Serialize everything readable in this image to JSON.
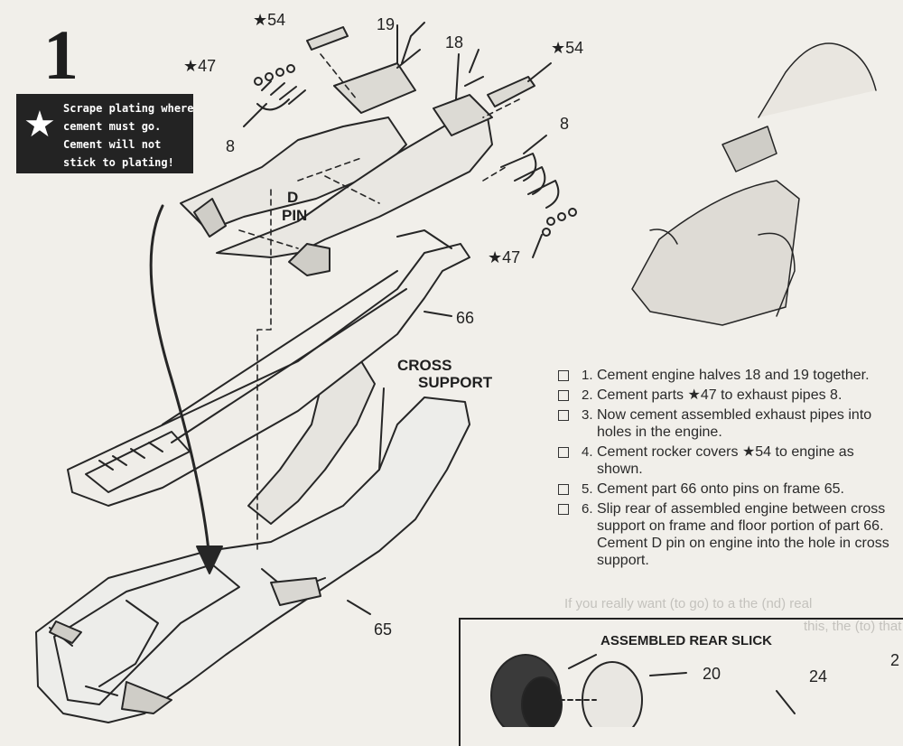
{
  "step": {
    "number": "1"
  },
  "tip": {
    "lines": [
      "Scrape plating where",
      "cement must go.",
      "Cement will not",
      "stick to plating!"
    ],
    "icon": "star-icon"
  },
  "callouts": {
    "part54_top": "★54",
    "part19": "19",
    "part18": "18",
    "part54_right": "★54",
    "part47_left": "★47",
    "part8_left": "8",
    "part8_right": "8",
    "d_pin_d": "D",
    "d_pin_pin": "PIN",
    "part47_right": "★47",
    "part66": "66",
    "cross": "CROSS",
    "support": "SUPPORT",
    "part65": "65",
    "part20": "20",
    "part24": "24",
    "edge2": "2"
  },
  "instructions": [
    {
      "num": "1.",
      "text": "Cement engine halves 18 and 19 together."
    },
    {
      "num": "2.",
      "text": "Cement parts ★47 to exhaust pipes 8."
    },
    {
      "num": "3.",
      "text": "Now cement assembled exhaust pipes into holes in the engine."
    },
    {
      "num": "4.",
      "text": "Cement rocker covers ★54 to engine as shown."
    },
    {
      "num": "5.",
      "text": "Cement part 66 onto pins on frame 65."
    },
    {
      "num": "6.",
      "text": "Slip rear of assembled engine between cross support on frame and floor portion of part 66. Cement D pin on engine into the hole in cross support."
    }
  ],
  "rear_slick": {
    "title": "ASSEMBLED REAR SLICK"
  },
  "bleed_through": {
    "line1": "If you really want (to go) to a the (nd) real",
    "line2": "this, the (to) that"
  }
}
